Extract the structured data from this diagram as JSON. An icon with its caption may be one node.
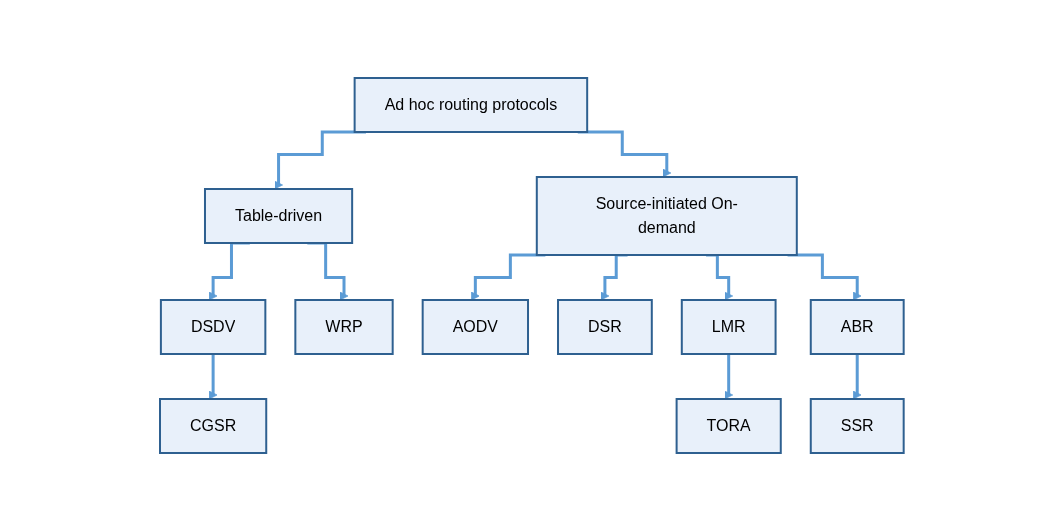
{
  "diagram": {
    "nodes": [
      {
        "text": [
          "Ad hoc routing protocols"
        ]
      },
      {
        "text": [
          "Table-driven"
        ]
      },
      {
        "text": [
          "Source-initiated On-demand"
        ]
      },
      {
        "text": [
          "DSDV"
        ]
      },
      {
        "text": [
          "WRP"
        ]
      },
      {
        "text": [
          "AODV"
        ]
      },
      {
        "text": [
          "DSR"
        ]
      },
      {
        "text": [
          "LMR"
        ]
      },
      {
        "text": [
          "ABR"
        ]
      },
      {
        "text": [
          "CGSR"
        ]
      },
      {
        "text": [
          "TORA"
        ]
      },
      {
        "text": [
          "SSR"
        ]
      }
    ],
    "edges": [
      {
        "from": 0,
        "to": 1,
        "arrow": "to"
      },
      {
        "from": 0,
        "to": 2,
        "arrow": "to"
      },
      {
        "from": 1,
        "to": 3,
        "arrow": "to"
      },
      {
        "from": 1,
        "to": 4,
        "arrow": "to"
      },
      {
        "from": 2,
        "to": 5,
        "arrow": "to"
      },
      {
        "from": 2,
        "to": 6,
        "arrow": "to"
      },
      {
        "from": 2,
        "to": 7,
        "arrow": "to"
      },
      {
        "from": 2,
        "to": 8,
        "arrow": "to"
      },
      {
        "from": 3,
        "to": 9,
        "arrow": "to"
      },
      {
        "from": 7,
        "to": 10,
        "arrow": "to"
      },
      {
        "from": 8,
        "to": 11,
        "arrow": "to"
      }
    ]
  }
}
